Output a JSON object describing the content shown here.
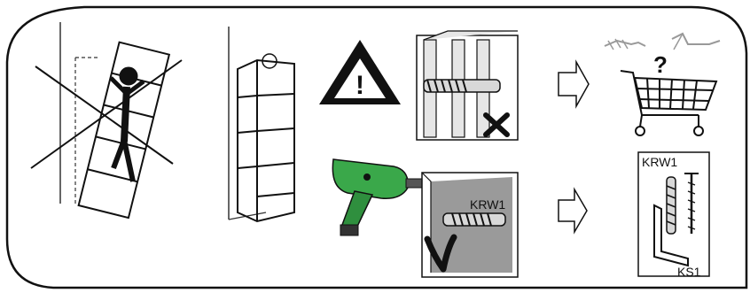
{
  "labels": {
    "anchor_panel": "KRW1",
    "kit_panel": "KRW1",
    "bracket": "KS1"
  },
  "symbols": {
    "warning": "!",
    "question": "?"
  },
  "icons": [
    "warning-triangle-icon",
    "shopping-cart-icon",
    "question-mark-icon",
    "arrow-right-icon",
    "no-climbing-icon",
    "power-drill-icon",
    "checkmark-icon",
    "cross-icon",
    "screw-icon",
    "wall-plug-icon",
    "angle-bracket-icon"
  ],
  "colors": {
    "line": "#111111",
    "drill_green": "#3aa84a",
    "wall_grey": "#9a9a9a",
    "anchor_grey": "#d8d8d8"
  }
}
